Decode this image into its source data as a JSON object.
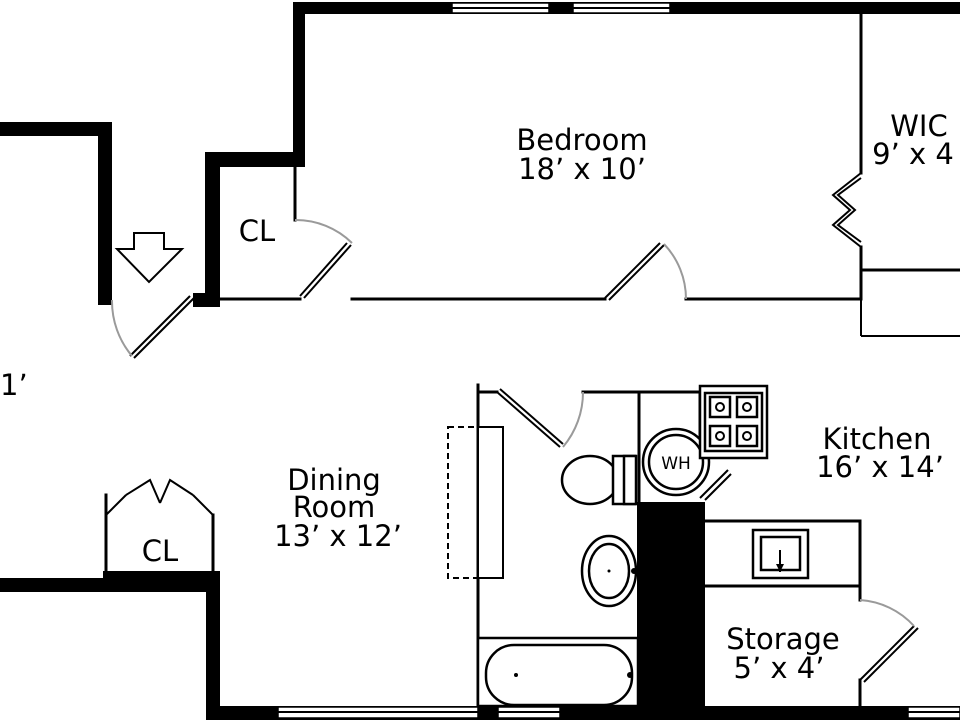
{
  "rooms": {
    "bedroom": {
      "name": "Bedroom",
      "dims": "18’ x 10’"
    },
    "wic": {
      "name": "WIC",
      "dims": "9’ x 4"
    },
    "closet_bedroom": {
      "name": "CL"
    },
    "closet_dining": {
      "name": "CL"
    },
    "dining": {
      "name_line1": "Dining",
      "name_line2": "Room",
      "dims": "13’ x 12’"
    },
    "kitchen": {
      "name": "Kitchen",
      "dims": "16’ x 14’"
    },
    "storage": {
      "name": "Storage",
      "dims": "5’ x 4’"
    },
    "living_partial": {
      "dims_fragment": "1’"
    }
  },
  "fixtures": {
    "water_heater": "WH"
  },
  "colors": {
    "wall": "#000000",
    "door_swing": "#9a9a9a",
    "background": "#ffffff"
  }
}
